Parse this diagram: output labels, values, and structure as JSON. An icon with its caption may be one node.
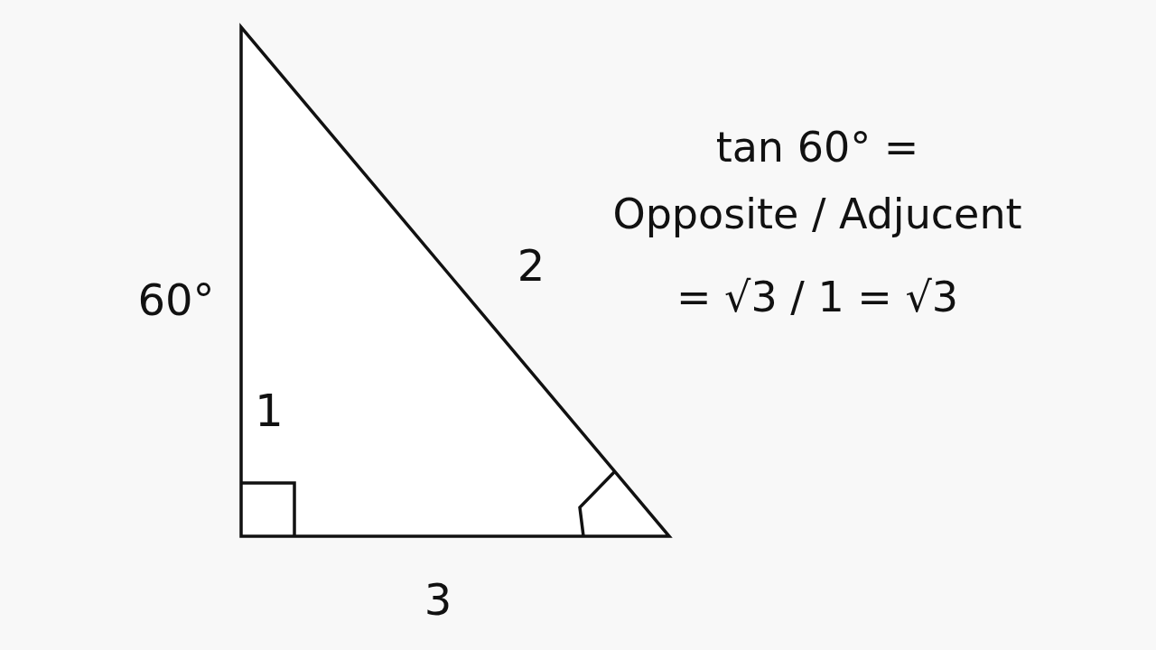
{
  "diagram": {
    "labels": [
      "60°",
      "2",
      "1",
      "3",
      "tan 60°  =",
      "Opposite / Adjucent",
      "= √3 / 1 = √3"
    ]
  }
}
